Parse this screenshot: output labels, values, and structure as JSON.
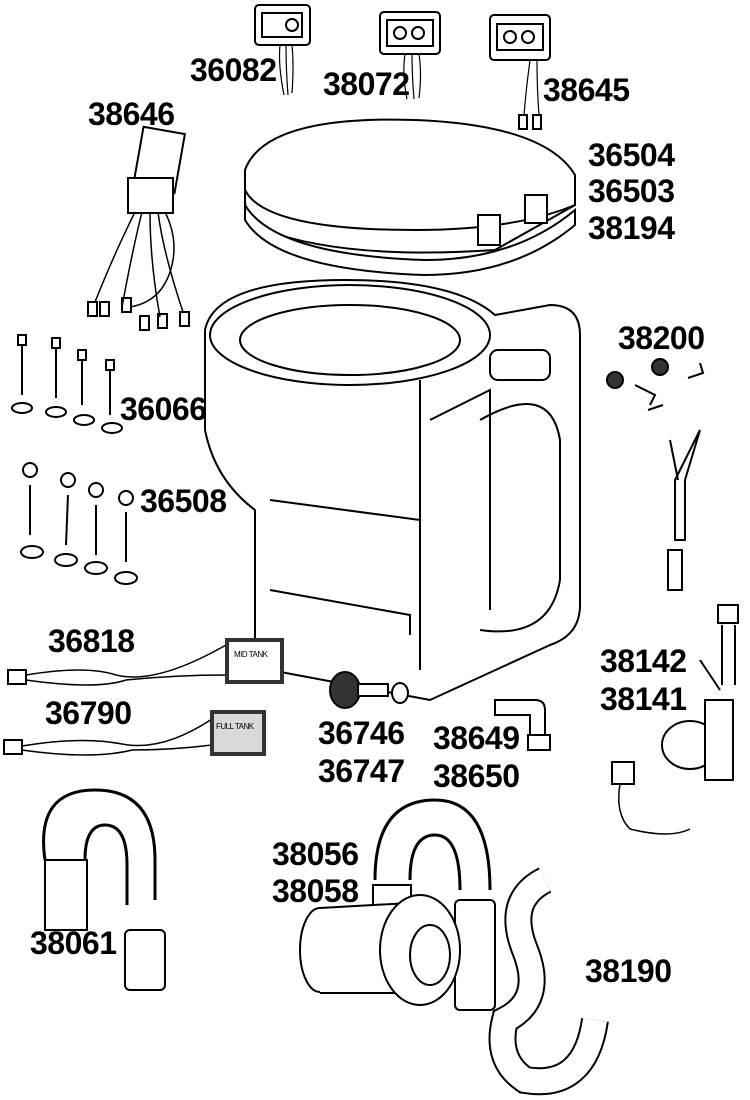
{
  "title": "Toilet spare parts exploded diagram",
  "parts": {
    "switch_panel_a": "36082",
    "switch_panel_b": "38072",
    "switch_panel_c": "38645",
    "wiring_harness": "38646",
    "seat_lid_1": "36504",
    "seat_lid_2": "36503",
    "seat_lid_3": "38194",
    "elbow_fittings": "38200",
    "bolt_set_a": "36066",
    "bolt_set_b": "36508",
    "mid_tank_sensor": "36818",
    "full_tank_sensor": "36790",
    "inlet_fitting_1": "36746",
    "inlet_fitting_2": "36747",
    "valve_1": "38649",
    "valve_2": "38650",
    "pump_1": "38142",
    "pump_2": "38141",
    "macerator_1": "38056",
    "macerator_2": "38058",
    "discharge_hose": "38061",
    "outlet_hose": "38190"
  },
  "sensor_labels": {
    "mid": "MID TANK",
    "full": "FULL TANK"
  },
  "colors": {
    "line": "#000000",
    "fill": "#ffffff",
    "shade": "#d9d9d9"
  }
}
